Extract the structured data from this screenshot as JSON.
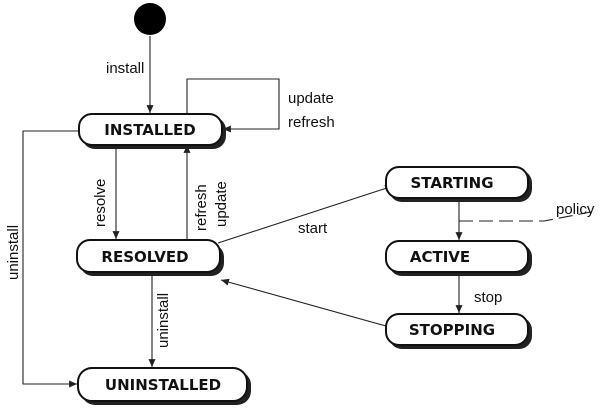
{
  "states": {
    "installed": "INSTALLED",
    "resolved": "RESOLVED",
    "uninstalled": "UNINSTALLED",
    "starting": "STARTING",
    "active": "ACTIVE",
    "stopping": "STOPPING"
  },
  "transitions": {
    "install": "install",
    "update_self": "update",
    "refresh_self": "refresh",
    "resolve": "resolve",
    "refresh_up": "refresh",
    "update_up": "update",
    "uninstall_installed": "uninstall",
    "uninstall_resolved": "uninstall",
    "start": "start",
    "stop": "stop",
    "policy": "policy"
  },
  "colors": {
    "stroke": "#111111",
    "background": "#ffffff"
  }
}
